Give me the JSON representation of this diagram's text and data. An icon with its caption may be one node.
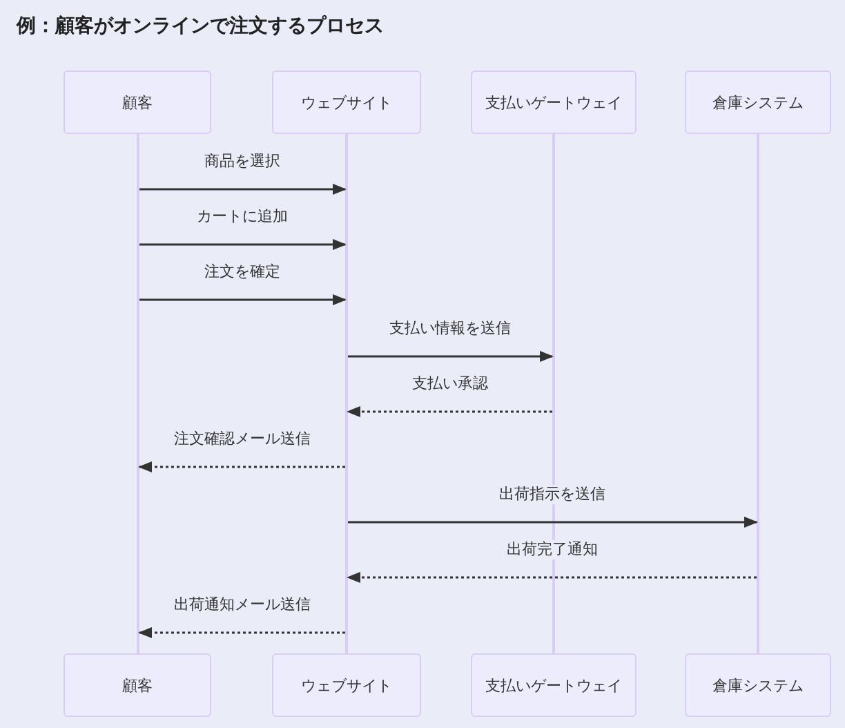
{
  "diagram": {
    "title": "例：顧客がオンラインで注文するプロセス",
    "nodes": [
      {
        "text": [
          "顧客"
        ]
      },
      {
        "text": [
          "ウェブサイト"
        ]
      },
      {
        "text": [
          "支払いゲートウェイ"
        ]
      },
      {
        "text": [
          "倉庫システム"
        ]
      },
      {
        "text": [],
        "shape": "bar"
      },
      {
        "text": [],
        "shape": "bar"
      },
      {
        "text": [],
        "shape": "bar"
      },
      {
        "text": [],
        "shape": "bar"
      },
      {
        "text": [
          "顧客"
        ]
      },
      {
        "text": [
          "ウェブサイト"
        ]
      },
      {
        "text": [
          "支払いゲートウェイ"
        ]
      },
      {
        "text": [
          "倉庫システム"
        ]
      }
    ],
    "edges": [
      {
        "from": 4,
        "to": 5,
        "arrow": "to",
        "label": "商品を選択"
      },
      {
        "from": 4,
        "to": 5,
        "arrow": "to",
        "label": "カートに追加"
      },
      {
        "from": 4,
        "to": 5,
        "arrow": "to",
        "label": "注文を確定"
      },
      {
        "from": 5,
        "to": 6,
        "arrow": "to",
        "label": "支払い情報を送信"
      },
      {
        "from": 6,
        "to": 5,
        "arrow": "to",
        "label": "支払い承認",
        "style": "dashed"
      },
      {
        "from": 5,
        "to": 4,
        "arrow": "to",
        "label": "注文確認メール送信",
        "style": "dashed"
      },
      {
        "from": 5,
        "to": 7,
        "arrow": "to",
        "label": "出荷指示を送信"
      },
      {
        "from": 7,
        "to": 5,
        "arrow": "to",
        "label": "出荷完了通知",
        "style": "dashed"
      },
      {
        "from": 5,
        "to": 4,
        "arrow": "to",
        "label": "出荷通知メール送信",
        "style": "dashed"
      }
    ]
  }
}
